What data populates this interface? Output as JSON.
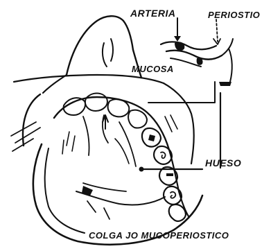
{
  "labels": {
    "arteria": "ARTERIA",
    "periostio": "PERIOSTIO",
    "mucosa": "MUCOSA",
    "hueso": "HUESO",
    "colgajo": "COLGA JO MUCOPERIOSTICO"
  },
  "colors": {
    "ink": "#111111",
    "background": "#ffffff"
  }
}
